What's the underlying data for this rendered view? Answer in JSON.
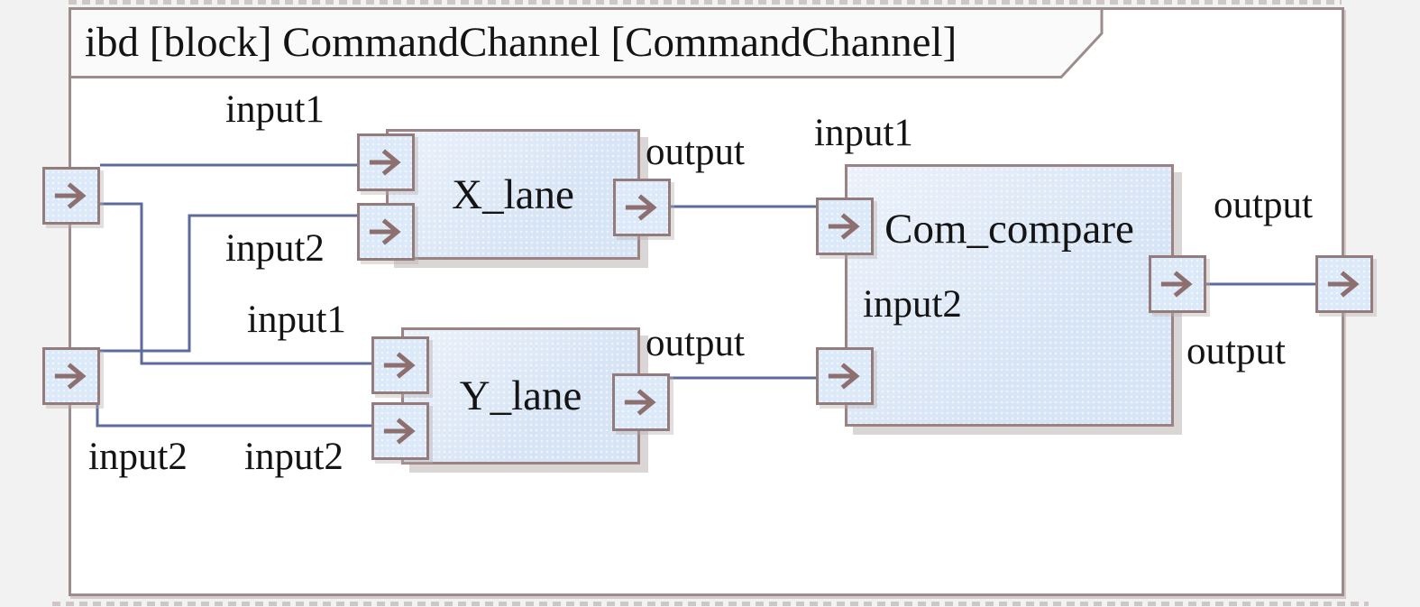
{
  "frame": {
    "title": "ibd [block] CommandChannel [CommandChannel]"
  },
  "blocks": {
    "x_lane": "X_lane",
    "y_lane": "Y_lane",
    "com_compare": "Com_compare"
  },
  "port_labels": {
    "x_input1": "input1",
    "x_input2": "input2",
    "x_output": "output",
    "y_input1": "input1",
    "y_input2": "input2",
    "y_output": "output",
    "c_input1": "input1",
    "c_input2": "input2",
    "c_output": "output",
    "frame_input2": "input2",
    "frame_output": "output"
  },
  "connections": [
    "frame.input1 -> X_lane.input1",
    "frame.input1 -> Y_lane.input1",
    "frame.input2 -> X_lane.input2",
    "frame.input2 -> Y_lane.input2",
    "X_lane.output -> Com_compare.input1",
    "Y_lane.output -> Com_compare.input2",
    "Com_compare.output -> frame.output"
  ],
  "colors": {
    "block_fill": "#d7e4f5",
    "port_fill": "#dce9f8",
    "block_border": "#9b8383",
    "frame_border": "#9c8d8d",
    "connector": "#5c6b9c",
    "arrow": "#8d6f6f",
    "text": "#141414",
    "canvas": "#f3f2f2"
  }
}
